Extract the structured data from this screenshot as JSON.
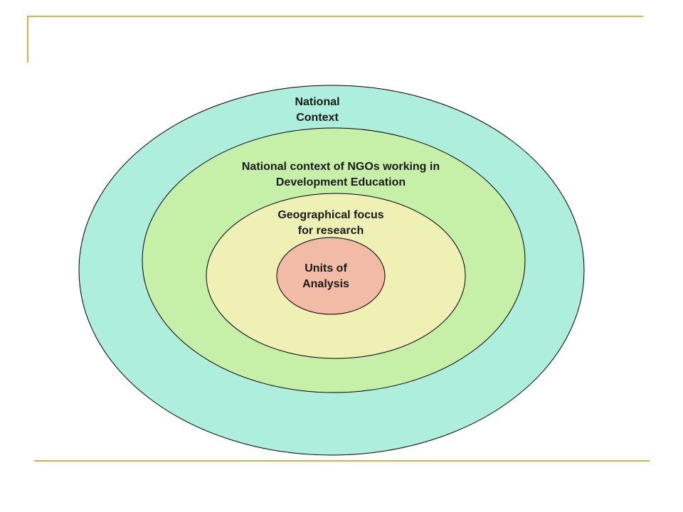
{
  "layers": [
    {
      "id": "national-context",
      "label_lines": [
        "National",
        "Context"
      ],
      "fill": "#aeeedd"
    },
    {
      "id": "ngo-context",
      "label_lines": [
        "National context of NGOs working in",
        "Development Education"
      ],
      "fill": "#c6f0a8"
    },
    {
      "id": "geographical-focus",
      "label_lines": [
        "Geographical focus",
        "for research"
      ],
      "fill": "#eef0b4"
    },
    {
      "id": "units-of-analysis",
      "label_lines": [
        "Units of",
        "Analysis"
      ],
      "fill": "#f2bba6"
    }
  ],
  "colors": {
    "accent_line": "#d4b24c",
    "outline": "#000000"
  }
}
